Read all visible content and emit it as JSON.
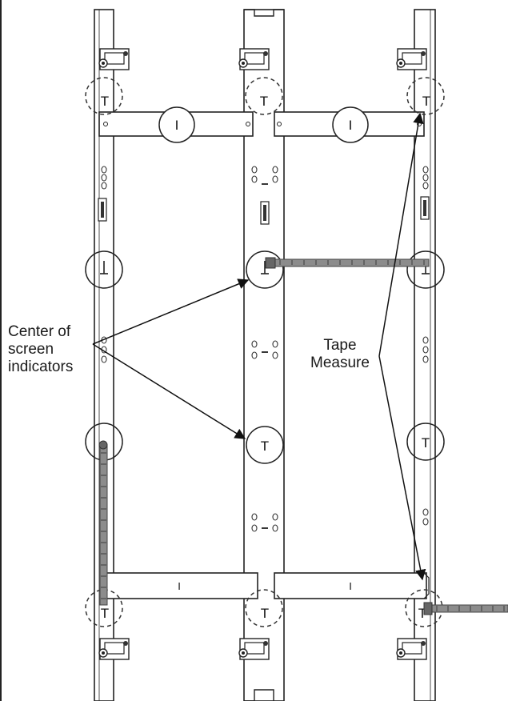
{
  "diagram": {
    "labels": {
      "center_indicators": "Center of\nscreen\nindicators",
      "tape_measure": "Tape\nMeasure"
    },
    "indicator_glyphs": {
      "top_row": "T",
      "crossbar": "I",
      "mid_row": "T"
    },
    "colors": {
      "line": "#222222",
      "tape": "#8c8c8c",
      "tape_dark": "#555555",
      "paper": "#ffffff"
    }
  }
}
